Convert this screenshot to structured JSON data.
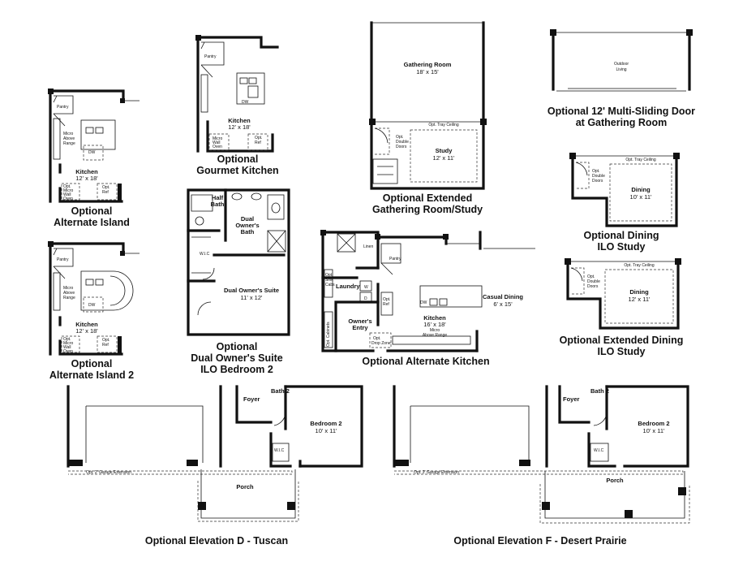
{
  "captions": {
    "alternate_island": [
      "Optional",
      "Alternate Island"
    ],
    "alternate_island_2": [
      "Optional",
      "Alternate Island 2"
    ],
    "gourmet_kitchen": [
      "Optional",
      "Gourmet Kitchen"
    ],
    "dual_owners_suite": [
      "Optional",
      "Dual Owner's Suite",
      "ILO Bedroom 2"
    ],
    "extended_gathering": [
      "Optional Extended",
      "Gathering Room/Study"
    ],
    "multi_sliding_door": [
      "Optional 12' Multi-Sliding Door",
      "at Gathering Room"
    ],
    "dining_ilo_study": [
      "Optional Dining",
      "ILO Study"
    ],
    "extended_dining": [
      "Optional Extended Dining",
      "ILO Study"
    ],
    "alternate_kitchen": "Optional Alternate Kitchen",
    "elevation_d": "Optional Elevation D - Tuscan",
    "elevation_f": "Optional Elevation F - Desert Prairie"
  },
  "rooms": {
    "island1": {
      "pantry": "Pantry",
      "micro": [
        "Micro",
        "Above",
        "Range"
      ],
      "dw": "DW",
      "kitchen": "Kitchen",
      "kitchen_dim": "12' x 18'",
      "wall_oven": [
        "Opt.",
        "Micro",
        "Wall",
        "Oven"
      ],
      "ref": [
        "Opt.",
        "Ref"
      ]
    },
    "island2": {
      "pantry": "Pantry",
      "micro": [
        "Micro",
        "Above",
        "Range"
      ],
      "dw": "DW",
      "kitchen": "Kitchen",
      "kitchen_dim": "12' x 18'",
      "wall_oven": [
        "Opt.",
        "Micro",
        "Wall",
        "Oven"
      ],
      "ref": [
        "Opt.",
        "Ref"
      ]
    },
    "gourmet": {
      "pantry": "Pantry",
      "dw": "DW",
      "kitchen": "Kitchen",
      "kitchen_dim": "12' x 18'",
      "wall_oven": [
        "Micro",
        "Wall",
        "Oven"
      ],
      "ref": [
        "Opt.",
        "Ref"
      ]
    },
    "suite": {
      "half_bath": [
        "Half",
        "Bath"
      ],
      "dual_bath": [
        "Dual",
        "Owner's",
        "Bath"
      ],
      "wic": "W.I.C",
      "suite": "Dual Owner's Suite",
      "suite_dim": "11' x 12'"
    },
    "gathering": {
      "gathering": "Gathering Room",
      "gathering_dim": "18' x 15'",
      "tray": "Opt. Tray Ceiling",
      "doors": [
        "Opt.",
        "Double",
        "Doors"
      ],
      "study": "Study",
      "study_dim": "12' x 11'"
    },
    "outdoor": {
      "outdoor": [
        "Outdoor",
        "Living"
      ]
    },
    "dining1": {
      "tray": "Opt. Tray Ceiling",
      "doors": [
        "Opt.",
        "Double",
        "Doors"
      ],
      "dining": "Dining",
      "dining_dim": "10' x 11'"
    },
    "dining2": {
      "tray": "Opt. Tray Ceiling",
      "doors": [
        "Opt.",
        "Double",
        "Doors"
      ],
      "dining": "Dining",
      "dining_dim": "12' x 11'"
    },
    "alt_kitchen": {
      "linen": "Linen",
      "pantry": "Pantry",
      "laundry": "Laundry",
      "opt_sink": [
        "Opt.",
        "Sink",
        "Cabs"
      ],
      "w": "W",
      "d": "D",
      "opt_ref": [
        "Opt.",
        "Ref"
      ],
      "casual": "Casual Dining",
      "casual_dim": "6' x 15'",
      "dw": "DW",
      "kitchen": "Kitchen",
      "kitchen_dim": "16' x 18'",
      "micro": [
        "Micro",
        "Above Range"
      ],
      "entry": [
        "Owner's",
        "Entry"
      ],
      "cabinets": "Opt. Cabinets",
      "drop": [
        "Opt.",
        "Drop Zone"
      ]
    },
    "elev_d": {
      "foyer": "Foyer",
      "bath": "Bath 2",
      "bedroom": "Bedroom 2",
      "bedroom_dim": "10' x 11'",
      "wic": "W.I.C",
      "porch": "Porch",
      "garage_ext": "Opt. 2' Garage Extension"
    },
    "elev_f": {
      "foyer": "Foyer",
      "bath": "Bath 2",
      "bedroom": "Bedroom 2",
      "bedroom_dim": "10' x 11'",
      "wic": "W.I.C",
      "porch": "Porch",
      "garage_ext": "Opt. 2' Garage Extension"
    }
  }
}
